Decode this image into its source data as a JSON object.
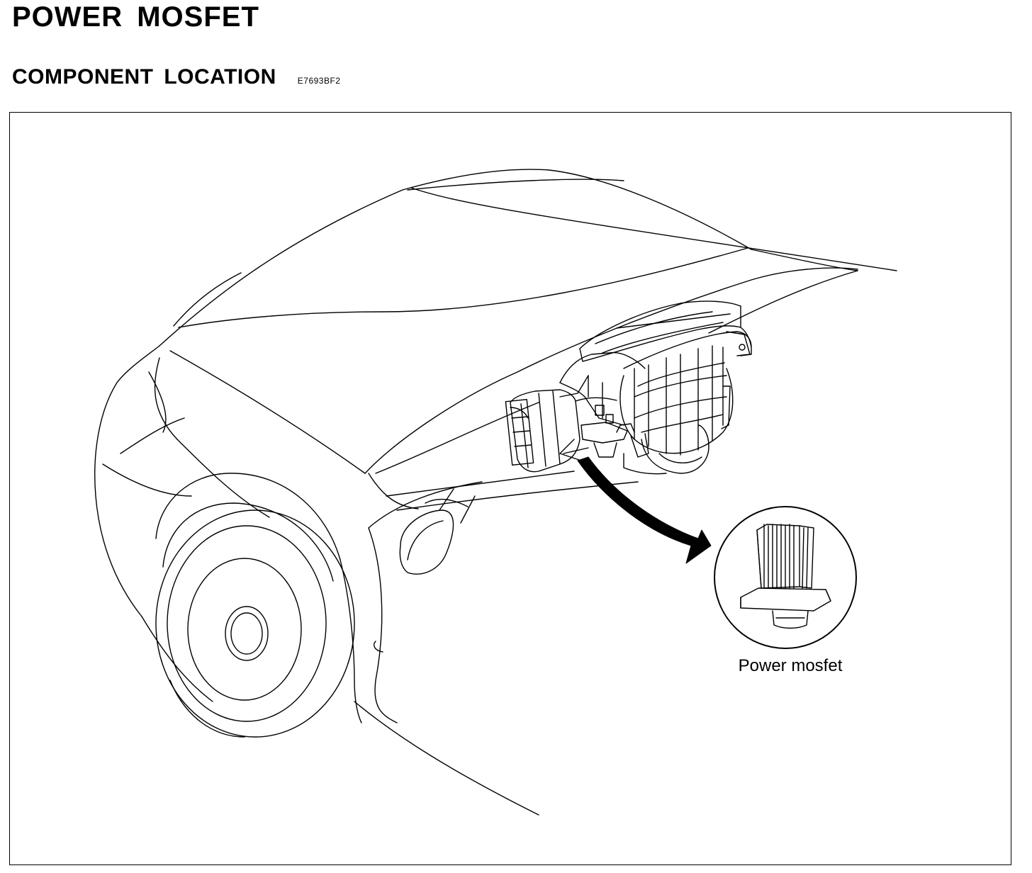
{
  "header": {
    "title": "POWER MOSFET",
    "section_title": "COMPONENT LOCATION",
    "section_code": "E7693BF2"
  },
  "figure": {
    "callout_label": "Power mosfet"
  }
}
